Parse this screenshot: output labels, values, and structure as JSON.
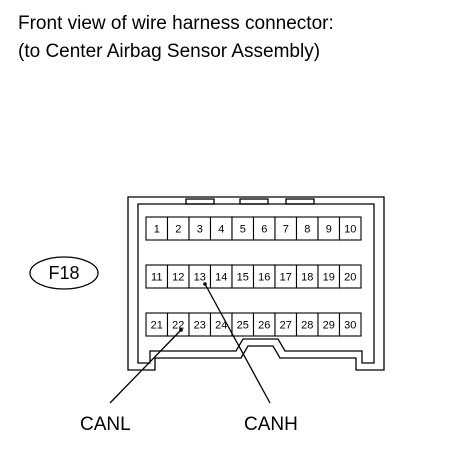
{
  "title": {
    "line1": "Front view of wire harness connector:",
    "line2": "(to Center Airbag Sensor Assembly)"
  },
  "connector": {
    "id": "F18",
    "rows": [
      [
        "1",
        "2",
        "3",
        "4",
        "5",
        "6",
        "7",
        "8",
        "9",
        "10"
      ],
      [
        "11",
        "12",
        "13",
        "14",
        "15",
        "16",
        "17",
        "18",
        "19",
        "20"
      ],
      [
        "21",
        "22",
        "23",
        "24",
        "25",
        "26",
        "27",
        "28",
        "29",
        "30"
      ]
    ]
  },
  "callouts": {
    "canl": {
      "label": "CANL",
      "pin": "22"
    },
    "canh": {
      "label": "CANH",
      "pin": "13"
    }
  }
}
